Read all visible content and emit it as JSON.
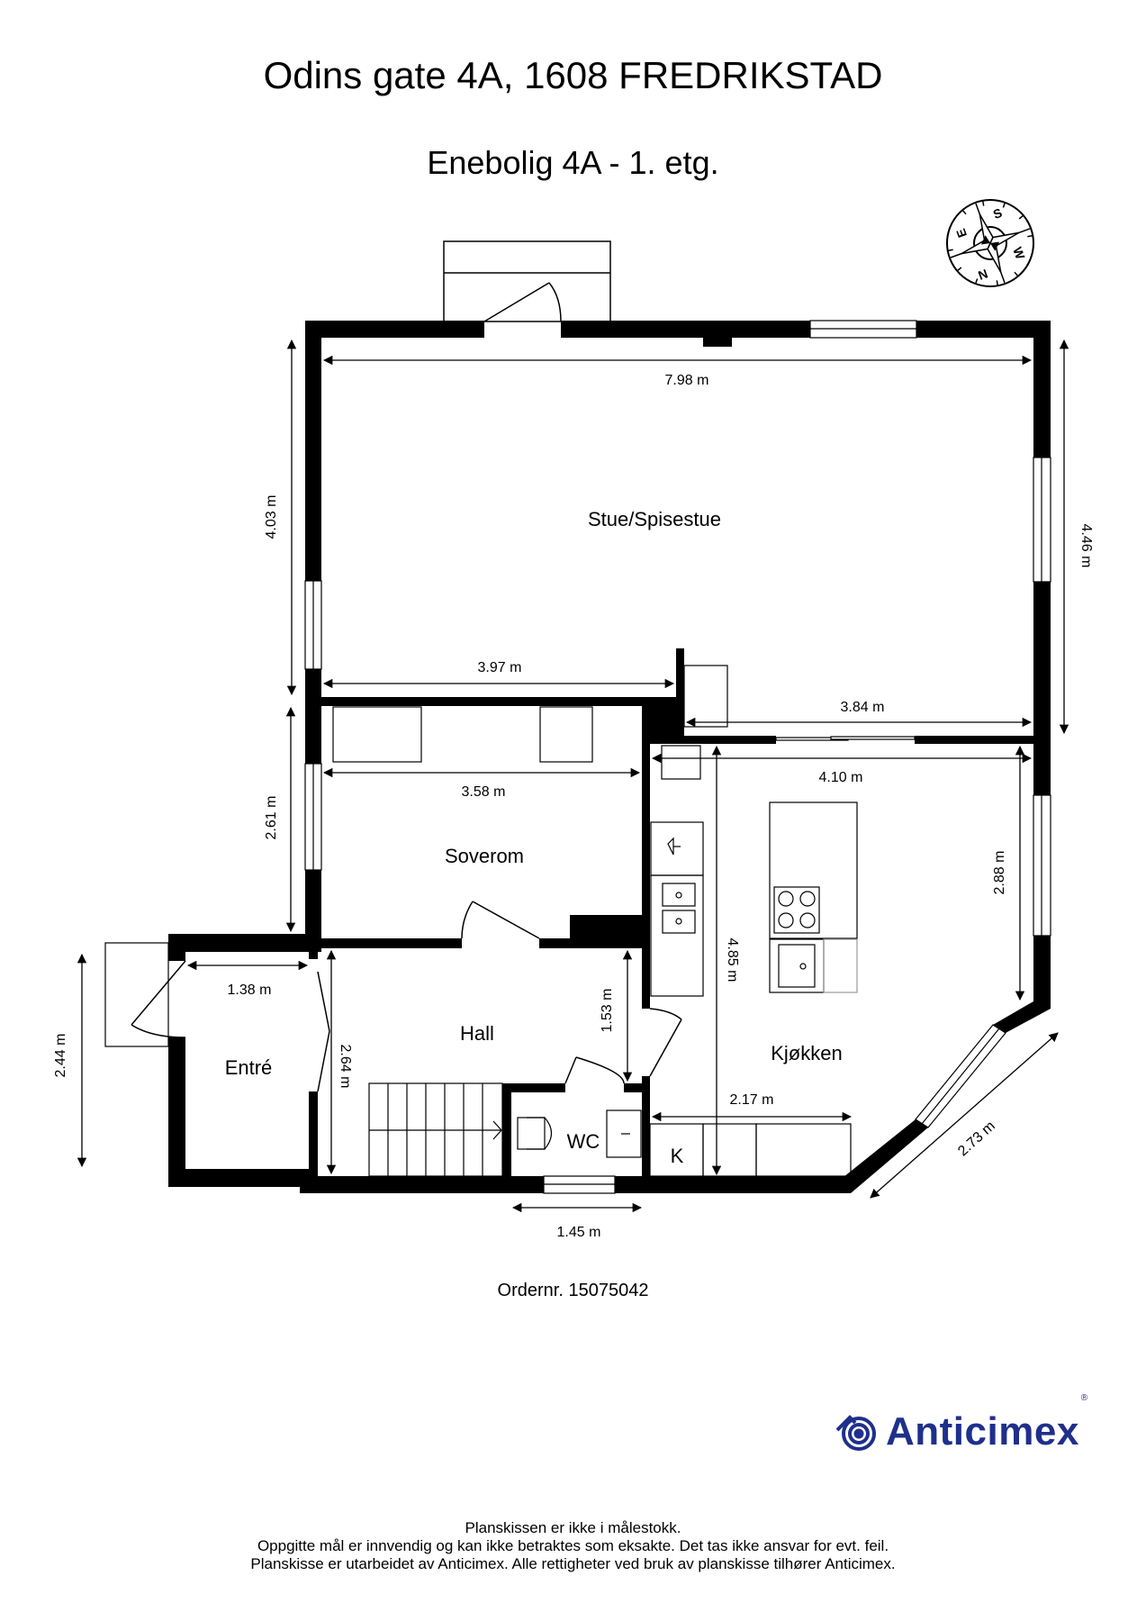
{
  "header": {
    "title": "Odins gate 4A, 1608 FREDRIKSTAD",
    "subtitle": "Enebolig 4A - 1. etg."
  },
  "compass": {
    "labels": [
      "N",
      "E",
      "S",
      "W"
    ]
  },
  "rooms": [
    {
      "name": "Stue/Spisestue"
    },
    {
      "name": "Soverom"
    },
    {
      "name": "Hall"
    },
    {
      "name": "Entré"
    },
    {
      "name": "WC"
    },
    {
      "name": "Kjøkken"
    },
    {
      "name": "K"
    }
  ],
  "dimensions": {
    "stue_width": "7.98 m",
    "stue_height_left": "4.03 m",
    "stue_height_right": "4.46 m",
    "stue_lower_left": "3.97 m",
    "stue_lower_right": "3.84 m",
    "soverom_width": "3.58 m",
    "soverom_height": "2.61 m",
    "kitchen_width": "4.10 m",
    "kitchen_height_right": "2.88 m",
    "kitchen_height_total": "4.85 m",
    "kitchen_counter": "2.17 m",
    "diagonal_wall": "2.73 m",
    "entre_width": "1.38 m",
    "entre_height": "2.44 m",
    "hall_height": "2.64 m",
    "hall_upper": "1.53 m",
    "wc_width": "1.45 m"
  },
  "order": {
    "text": "Ordernr. 15075042"
  },
  "brand": {
    "name": "Anticimex",
    "reg": "®",
    "color": "#1f2f8c"
  },
  "footer": {
    "lines": [
      "Planskissen er ikke i målestokk.",
      "Oppgitte mål er innvendig og kan ikke betraktes som eksakte. Det tas ikke ansvar for evt. feil.",
      "Planskisse er utarbeidet av Anticimex. Alle rettigheter ved bruk av planskisse tilhører Anticimex."
    ]
  }
}
